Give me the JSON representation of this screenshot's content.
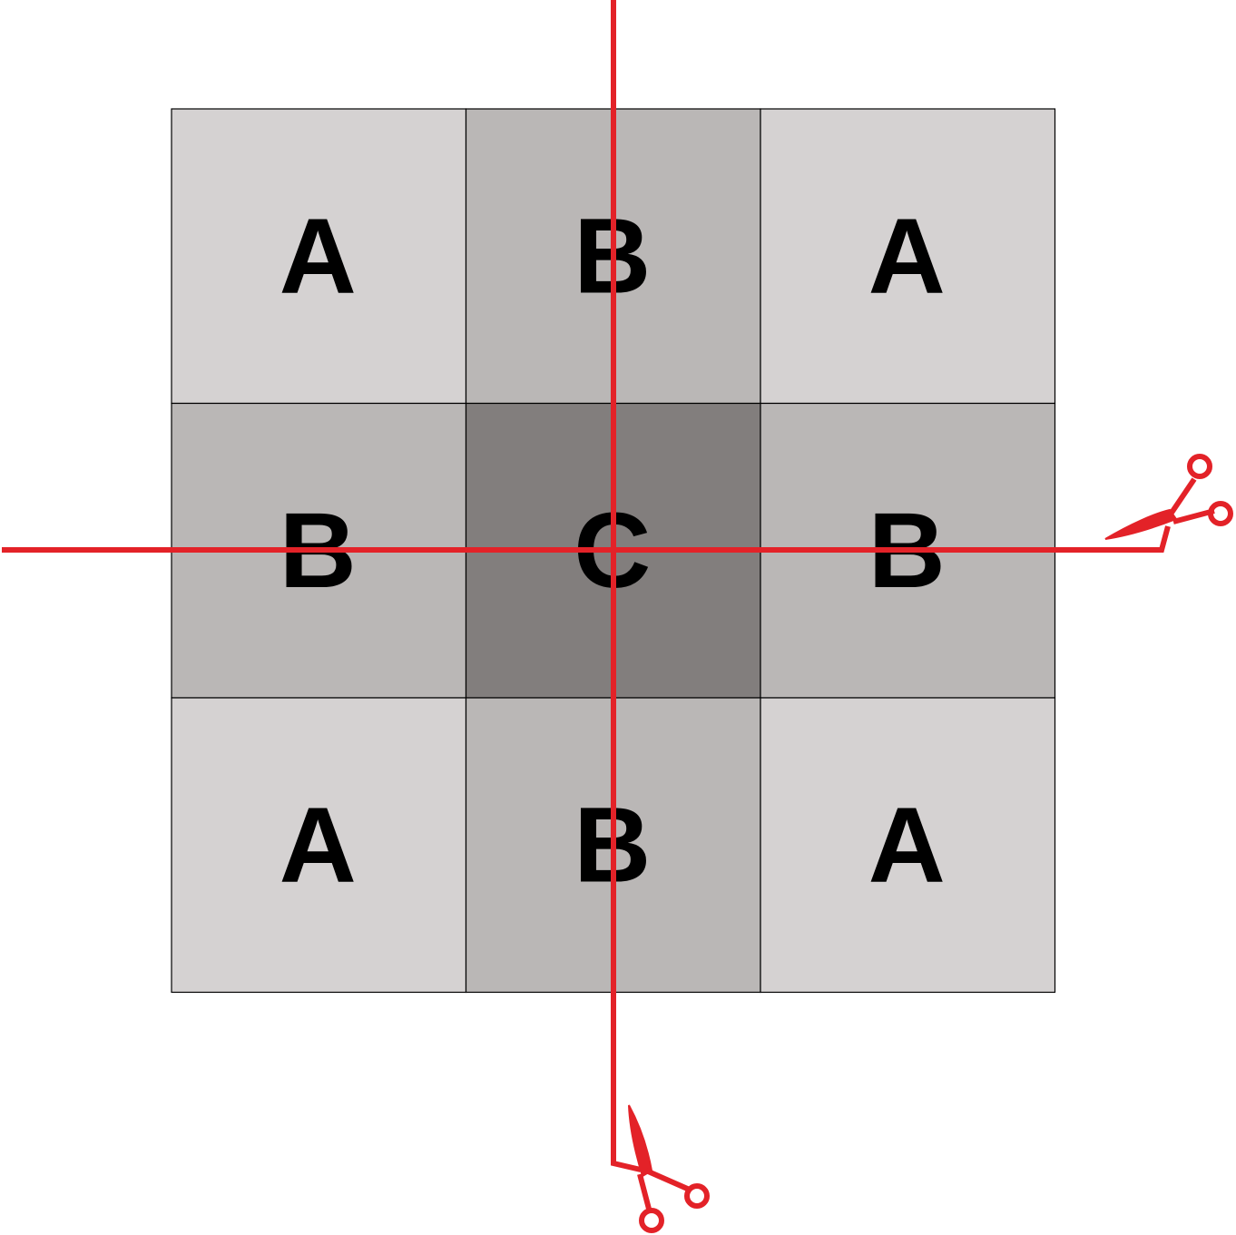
{
  "grid": {
    "rows": [
      [
        "A",
        "B",
        "A"
      ],
      [
        "B",
        "C",
        "B"
      ],
      [
        "A",
        "B",
        "A"
      ]
    ]
  },
  "colors": {
    "A": "#d5d2d2",
    "B": "#bab7b6",
    "C": "#827e7d",
    "cut_line": "#e32228",
    "cell_border": "#000000"
  },
  "icons": {
    "horizontal_cut_end": "scissors-icon",
    "vertical_cut_end": "scissors-icon"
  }
}
